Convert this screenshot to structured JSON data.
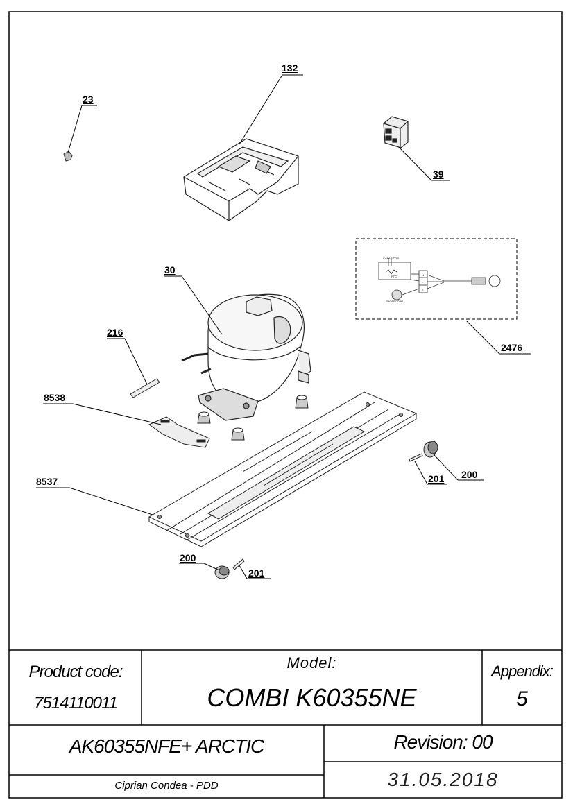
{
  "callouts": {
    "c132": "132",
    "c23": "23",
    "c39": "39",
    "c30": "30",
    "c2476": "2476",
    "c216": "216",
    "c8538": "8538",
    "c8537": "8537",
    "c200a": "200",
    "c201a": "201",
    "c200b": "200",
    "c201b": "201"
  },
  "wiring": {
    "capacitor": "CAPACITOR",
    "ptc": "PTC",
    "protector": "PROTECTOR",
    "terminals": [
      "N",
      "L",
      "E"
    ]
  },
  "title_block": {
    "product_code_label": "Product code:",
    "product_code": "7514110011",
    "model_label": "Model:",
    "model": "COMBI K60355NE",
    "appendix_label": "Appendix:",
    "appendix": "5",
    "assembly": "AK60355NFE+ ARCTIC",
    "revision": "Revision: 00",
    "author": "Ciprian Condea - PDD",
    "date": "31.05.2018"
  }
}
